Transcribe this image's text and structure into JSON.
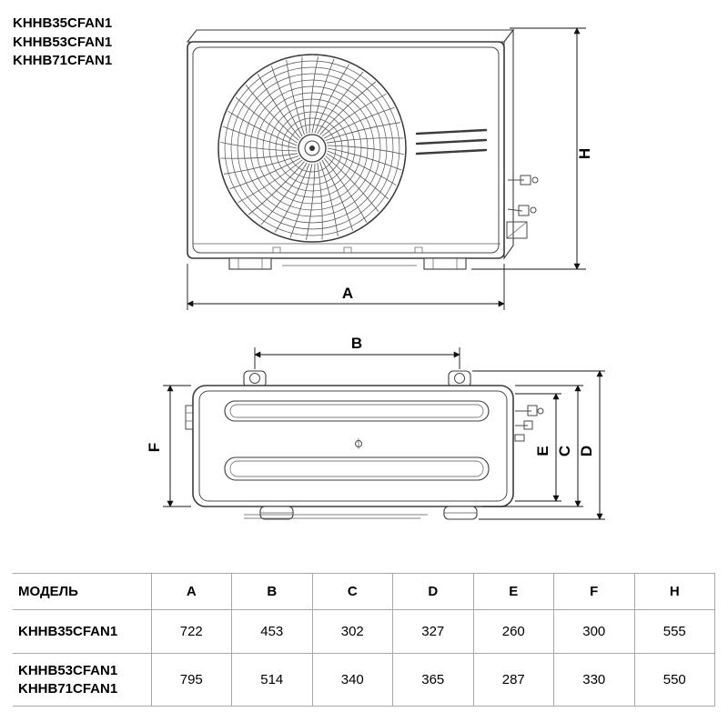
{
  "models": [
    "KHHB35CFAN1",
    "KHHB53CFAN1",
    "KHHB71CFAN1"
  ],
  "dims": {
    "A": "A",
    "B": "B",
    "C": "C",
    "D": "D",
    "E": "E",
    "F": "F",
    "H": "H"
  },
  "table": {
    "header": [
      "МОДЕЛЬ",
      "A",
      "B",
      "C",
      "D",
      "E",
      "F",
      "H"
    ],
    "rows": [
      {
        "model": [
          "KHHB35CFAN1"
        ],
        "values": [
          "722",
          "453",
          "302",
          "327",
          "260",
          "300",
          "555"
        ]
      },
      {
        "model": [
          "KHHB53CFAN1",
          "KHHB71CFAN1"
        ],
        "values": [
          "795",
          "514",
          "340",
          "365",
          "287",
          "330",
          "550"
        ]
      }
    ]
  }
}
